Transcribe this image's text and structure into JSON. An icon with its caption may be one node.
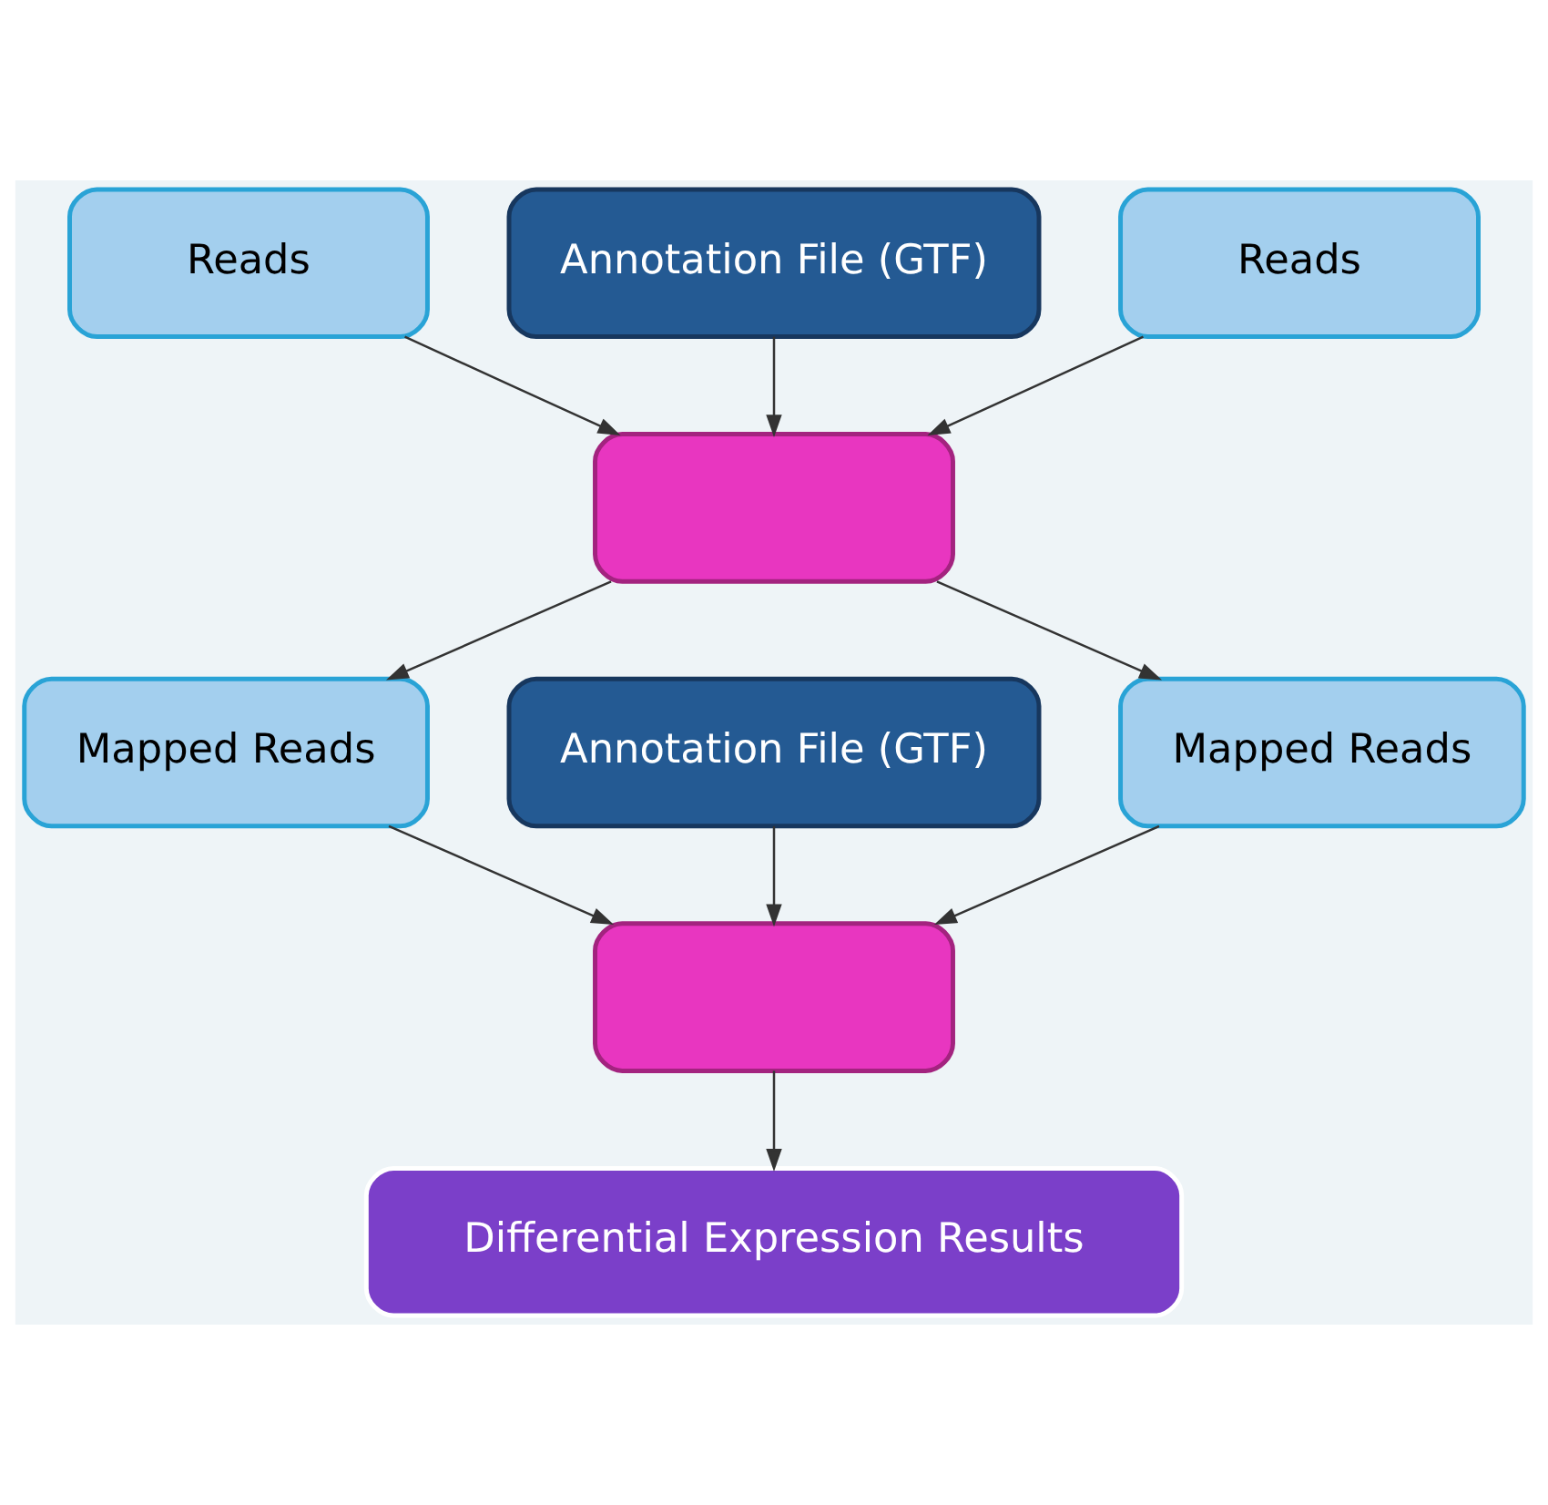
{
  "diagram": {
    "nodes": [
      {
        "text": [
          "Annotation File (GTF)"
        ]
      },
      {
        "text": [
          "Reads"
        ]
      },
      {
        "text": [
          "Reads"
        ]
      },
      {
        "text": [],
        "shape": "box"
      },
      {
        "text": [
          "Mapped Reads"
        ]
      },
      {
        "text": [
          "Annotation File (GTF)"
        ]
      },
      {
        "text": [
          "Mapped Reads"
        ]
      },
      {
        "text": [],
        "shape": "box"
      },
      {
        "text": [
          "Differential Expression Results"
        ]
      }
    ],
    "edges": [
      {
        "from": 1,
        "to": 3,
        "arrow": "to"
      },
      {
        "from": 0,
        "to": 3,
        "arrow": "to"
      },
      {
        "from": 2,
        "to": 3,
        "arrow": "to"
      },
      {
        "from": 3,
        "to": 4,
        "arrow": "to"
      },
      {
        "from": 3,
        "to": 6,
        "arrow": "to"
      },
      {
        "from": 4,
        "to": 7,
        "arrow": "to"
      },
      {
        "from": 5,
        "to": 7,
        "arrow": "to"
      },
      {
        "from": 6,
        "to": 7,
        "arrow": "to"
      },
      {
        "from": 7,
        "to": 8,
        "arrow": "to"
      }
    ]
  }
}
